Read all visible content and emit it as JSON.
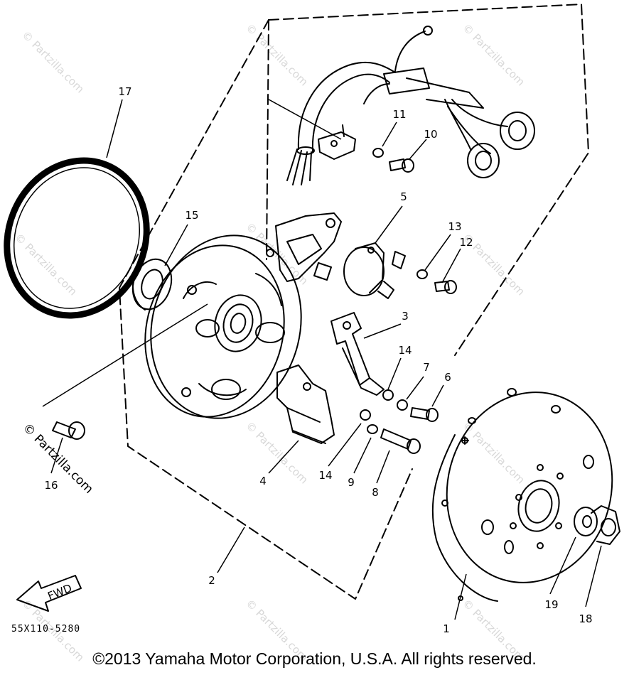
{
  "watermark": "© Partzilla.com",
  "diagram_code": "55X110-5280",
  "fwd_label": "FWD",
  "copyright": "©2013  Yamaha Motor Corporation, U.S.A. All rights reserved.",
  "callouts": {
    "c1": "1",
    "c2": "2",
    "c3": "3",
    "c4": "4",
    "c5": "5",
    "c6": "6",
    "c7": "7",
    "c8": "8",
    "c9": "9",
    "c10": "10",
    "c11": "11",
    "c12": "12",
    "c13": "13",
    "c14a": "14",
    "c14b": "14",
    "c15": "15",
    "c16": "16",
    "c17": "17",
    "c18": "18",
    "c19": "19"
  }
}
